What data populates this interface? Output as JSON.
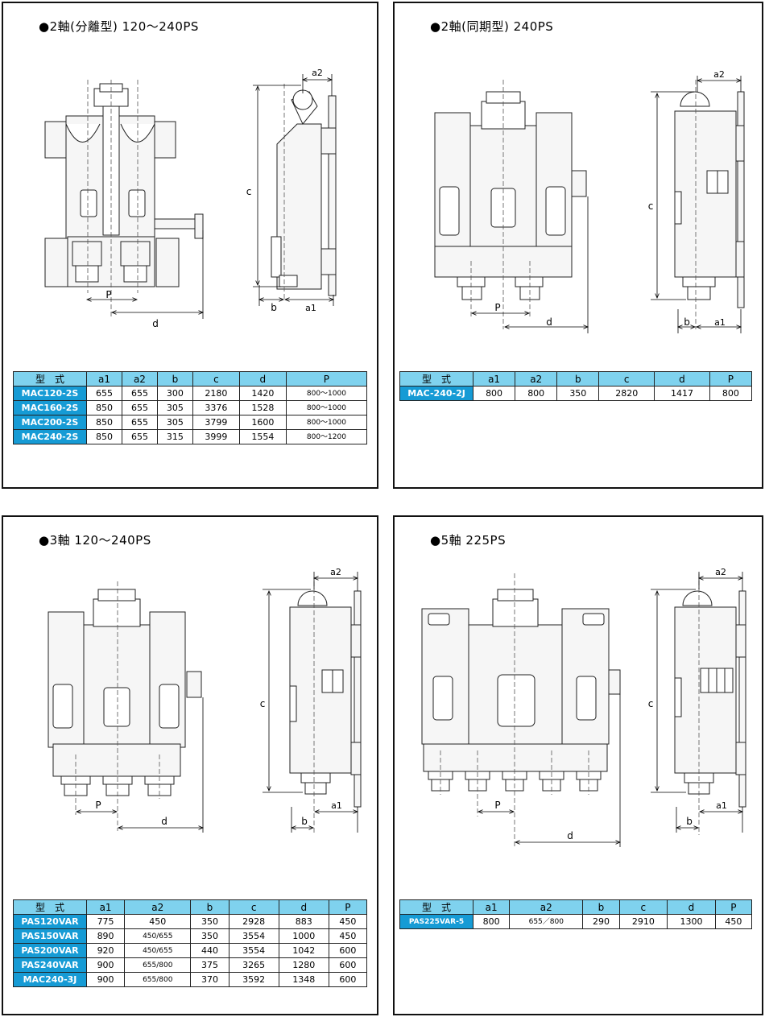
{
  "panels": [
    {
      "title": "●2軸(分離型) 120～240PS",
      "dims": {
        "a1": "a1",
        "a2": "a2",
        "b": "b",
        "c": "c",
        "d": "d",
        "p": "P"
      },
      "table": {
        "headers": [
          "型　式",
          "a1",
          "a2",
          "b",
          "c",
          "d",
          "P"
        ],
        "rows": [
          [
            "MAC120-2S",
            "655",
            "655",
            "300",
            "2180",
            "1420",
            "800～1000"
          ],
          [
            "MAC160-2S",
            "850",
            "655",
            "305",
            "3376",
            "1528",
            "800～1000"
          ],
          [
            "MAC200-2S",
            "850",
            "655",
            "305",
            "3799",
            "1600",
            "800～1000"
          ],
          [
            "MAC240-2S",
            "850",
            "655",
            "315",
            "3999",
            "1554",
            "800～1200"
          ]
        ]
      }
    },
    {
      "title": "●2軸(同期型) 240PS",
      "dims": {
        "a1": "a1",
        "a2": "a2",
        "b": "b",
        "c": "c",
        "d": "d",
        "p": "P"
      },
      "table": {
        "headers": [
          "型　式",
          "a1",
          "a2",
          "b",
          "c",
          "d",
          "P"
        ],
        "rows": [
          [
            "MAC-240-2J",
            "800",
            "800",
            "350",
            "2820",
            "1417",
            "800"
          ]
        ]
      }
    },
    {
      "title": "●3軸 120～240PS",
      "dims": {
        "a1": "a1",
        "a2": "a2",
        "b": "b",
        "c": "c",
        "d": "d",
        "p": "P"
      },
      "table": {
        "headers": [
          "型　式",
          "a1",
          "a2",
          "b",
          "c",
          "d",
          "P"
        ],
        "rows": [
          [
            "PAS120VAR",
            "775",
            "450",
            "350",
            "2928",
            "883",
            "450"
          ],
          [
            "PAS150VAR",
            "890",
            "450/655",
            "350",
            "3554",
            "1000",
            "450"
          ],
          [
            "PAS200VAR",
            "920",
            "450/655",
            "440",
            "3554",
            "1042",
            "600"
          ],
          [
            "PAS240VAR",
            "900",
            "655/800",
            "375",
            "3265",
            "1280",
            "600"
          ],
          [
            "MAC240-3J",
            "900",
            "655/800",
            "370",
            "3592",
            "1348",
            "600"
          ]
        ]
      }
    },
    {
      "title": "●5軸 225PS",
      "dims": {
        "a1": "a1",
        "a2": "a2",
        "b": "b",
        "c": "c",
        "d": "d",
        "p": "P"
      },
      "table": {
        "headers": [
          "型　式",
          "a1",
          "a2",
          "b",
          "c",
          "d",
          "P"
        ],
        "rows": [
          [
            "PAS225VAR-5",
            "800",
            "655／800",
            "290",
            "2910",
            "1300",
            "450"
          ]
        ]
      }
    }
  ]
}
